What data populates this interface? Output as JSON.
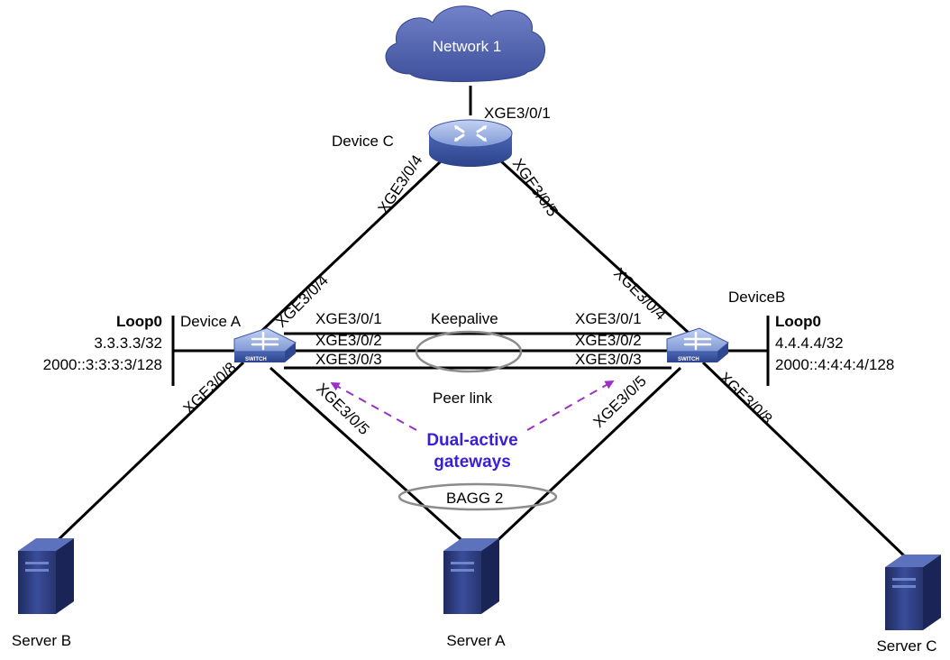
{
  "cloud": {
    "label": "Network 1"
  },
  "devices": {
    "c": {
      "label": "Device C"
    },
    "a": {
      "label": "Device A"
    },
    "b": {
      "label": "DeviceB"
    }
  },
  "switch_badge": "SWITCH",
  "servers": {
    "a": "Server A",
    "b": "Server B",
    "c": "Server C"
  },
  "loopbacks": {
    "a": {
      "name": "Loop0",
      "ipv4": "3.3.3.3/32",
      "ipv6": "2000::3:3:3:3/128"
    },
    "b": {
      "name": "Loop0",
      "ipv4": "4.4.4.4/32",
      "ipv6": "2000::4:4:4:4/128"
    }
  },
  "ports": {
    "c_up": "XGE3/0/1",
    "c_to_a": "XGE3/0/4",
    "c_to_b": "XGE3/0/5",
    "a_to_c": "XGE3/0/4",
    "b_to_c": "XGE3/0/4",
    "a_1": "XGE3/0/1",
    "a_2": "XGE3/0/2",
    "a_3": "XGE3/0/3",
    "b_1": "XGE3/0/1",
    "b_2": "XGE3/0/2",
    "b_3": "XGE3/0/3",
    "a_server_b": "XGE3/0/8",
    "a_server_a": "XGE3/0/5",
    "b_server_a": "XGE3/0/5",
    "b_server_c": "XGE3/0/8"
  },
  "links": {
    "keepalive": "Keepalive",
    "peer_link": "Peer link",
    "bagg": "BAGG 2"
  },
  "callout": {
    "line1": "Dual-active",
    "line2": "gateways"
  },
  "colors": {
    "cloud": "#4a5fb0",
    "device_body": "#3f5ca8",
    "device_top": "#9fb6e6",
    "server": "#2c3a7a",
    "callout_text": "#3a1fd6",
    "callout_arrow": "#9b30c8",
    "ellipse": "#8c8c8c"
  }
}
